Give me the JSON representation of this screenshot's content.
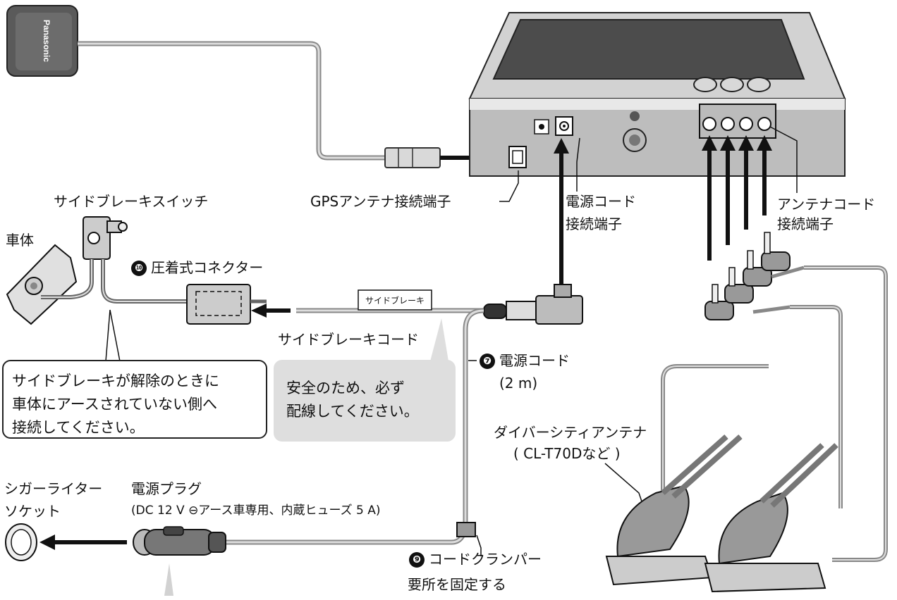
{
  "labels": {
    "gps_terminal": "GPSアンテナ接続端子",
    "power_terminal_1": "電源コード",
    "power_terminal_2": "接続端子",
    "antenna_terminal_1": "アンテナコード",
    "antenna_terminal_2": "接続端子",
    "side_brake_switch": "サイドブレーキスイッチ",
    "body": "車体",
    "connector_num": "❿",
    "connector": "圧着式コネクター",
    "side_brake_cord": "サイドブレーキコード",
    "power_cord_num": "❼",
    "power_cord": "電源コード",
    "power_cord_len": "(2 m)",
    "diversity_antenna_1": "ダイバーシティアンテナ",
    "diversity_antenna_2": "( CL-T70Dなど )",
    "cigar_socket_1": "シガーライター",
    "cigar_socket_2": "ソケット",
    "power_plug": "電源プラグ",
    "power_plug_note": "(DC 12 V ⊖アース車専用、内蔵ヒューズ 5 A)",
    "clamper_num": "❾",
    "clamper": "コードクランパー",
    "clamper_note": "要所を固定する",
    "side_brake_tag": "サイドブレーキ",
    "gps_brand": "Panasonic"
  },
  "callout": {
    "line1": "サイドブレーキが解除のときに",
    "line2": "車体にアースされていない側へ",
    "line3": "接続してください。"
  },
  "safety_note": {
    "line1": "安全のため、必ず",
    "line2": "配線してください。"
  }
}
